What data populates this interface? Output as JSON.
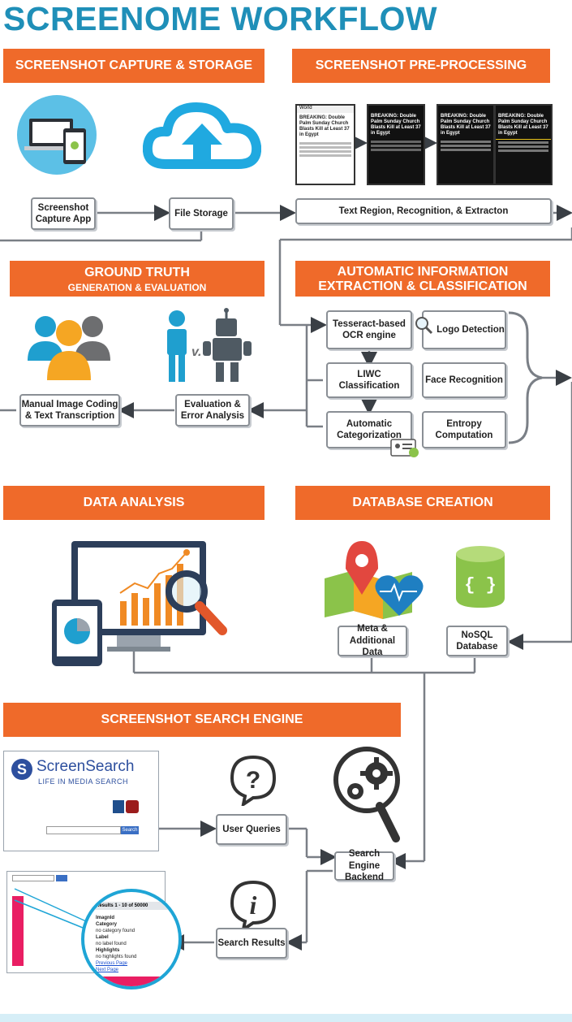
{
  "title": "SCREENOME WORKFLOW",
  "sections": {
    "capture": "SCREENSHOT CAPTURE & STORAGE",
    "preprocess": "SCREENSHOT PRE-PROCESSING",
    "ground_truth": "GROUND TRUTH",
    "ground_truth_sub": "GENERATION & EVALUATION",
    "auto_extract_1": "AUTOMATIC INFORMATION",
    "auto_extract_2": "EXTRACTION & CLASSIFICATION",
    "data_analysis": "DATA ANALYSIS",
    "database": "DATABASE CREATION",
    "search_engine": "SCREENSHOT SEARCH ENGINE"
  },
  "boxes": {
    "capture_app": "Screenshot Capture App",
    "file_storage": "File Storage",
    "text_region": "Text Region, Recognition, & Extracton",
    "ocr": "Tesseract-based OCR engine",
    "logo": "Logo Detection",
    "liwc": "LIWC Classification",
    "face": "Face Recognition",
    "auto_cat": "Automatic Categorization",
    "entropy": "Entropy Computation",
    "manual_coding": "Manual Image Coding & Text Transcription",
    "evaluation": "Evaluation & Error Analysis",
    "meta": "Meta & Additional Data",
    "nosql": "NoSQL Database",
    "user_queries": "User Queries",
    "search_backend": "Search Engine Backend",
    "search_results": "Search Results"
  },
  "phone_screens": {
    "headline": "BREAKING: Double Palm Sunday Church Blasts Kill at Least 37 in Egypt",
    "nav": "World"
  },
  "screensearch": {
    "brand": "ScreenSearch",
    "tagline": "LIFE IN MEDIA SEARCH",
    "search_button": "Search",
    "results_header": "Results 1 - 10 of 50000",
    "fields": [
      "Imagnld",
      "Category",
      "no category found",
      "Label",
      "no label found",
      "Highlights",
      "no highlights found",
      "Previous Page",
      "Next Page"
    ]
  },
  "icons": [
    "laptop-phone-icon",
    "cloud-upload-icon",
    "people-icon",
    "person-robot-icon",
    "magnifier-icon",
    "id-card-icon",
    "monitor-chart-icon",
    "map-heart-icon",
    "database-icon",
    "question-bubble-icon",
    "gears-magnifier-icon",
    "info-bubble-icon"
  ],
  "colors": {
    "accent": "#ef6a2a",
    "title": "#1f8fb8",
    "line": "#6b7078",
    "box_border": "#8a8f95"
  }
}
